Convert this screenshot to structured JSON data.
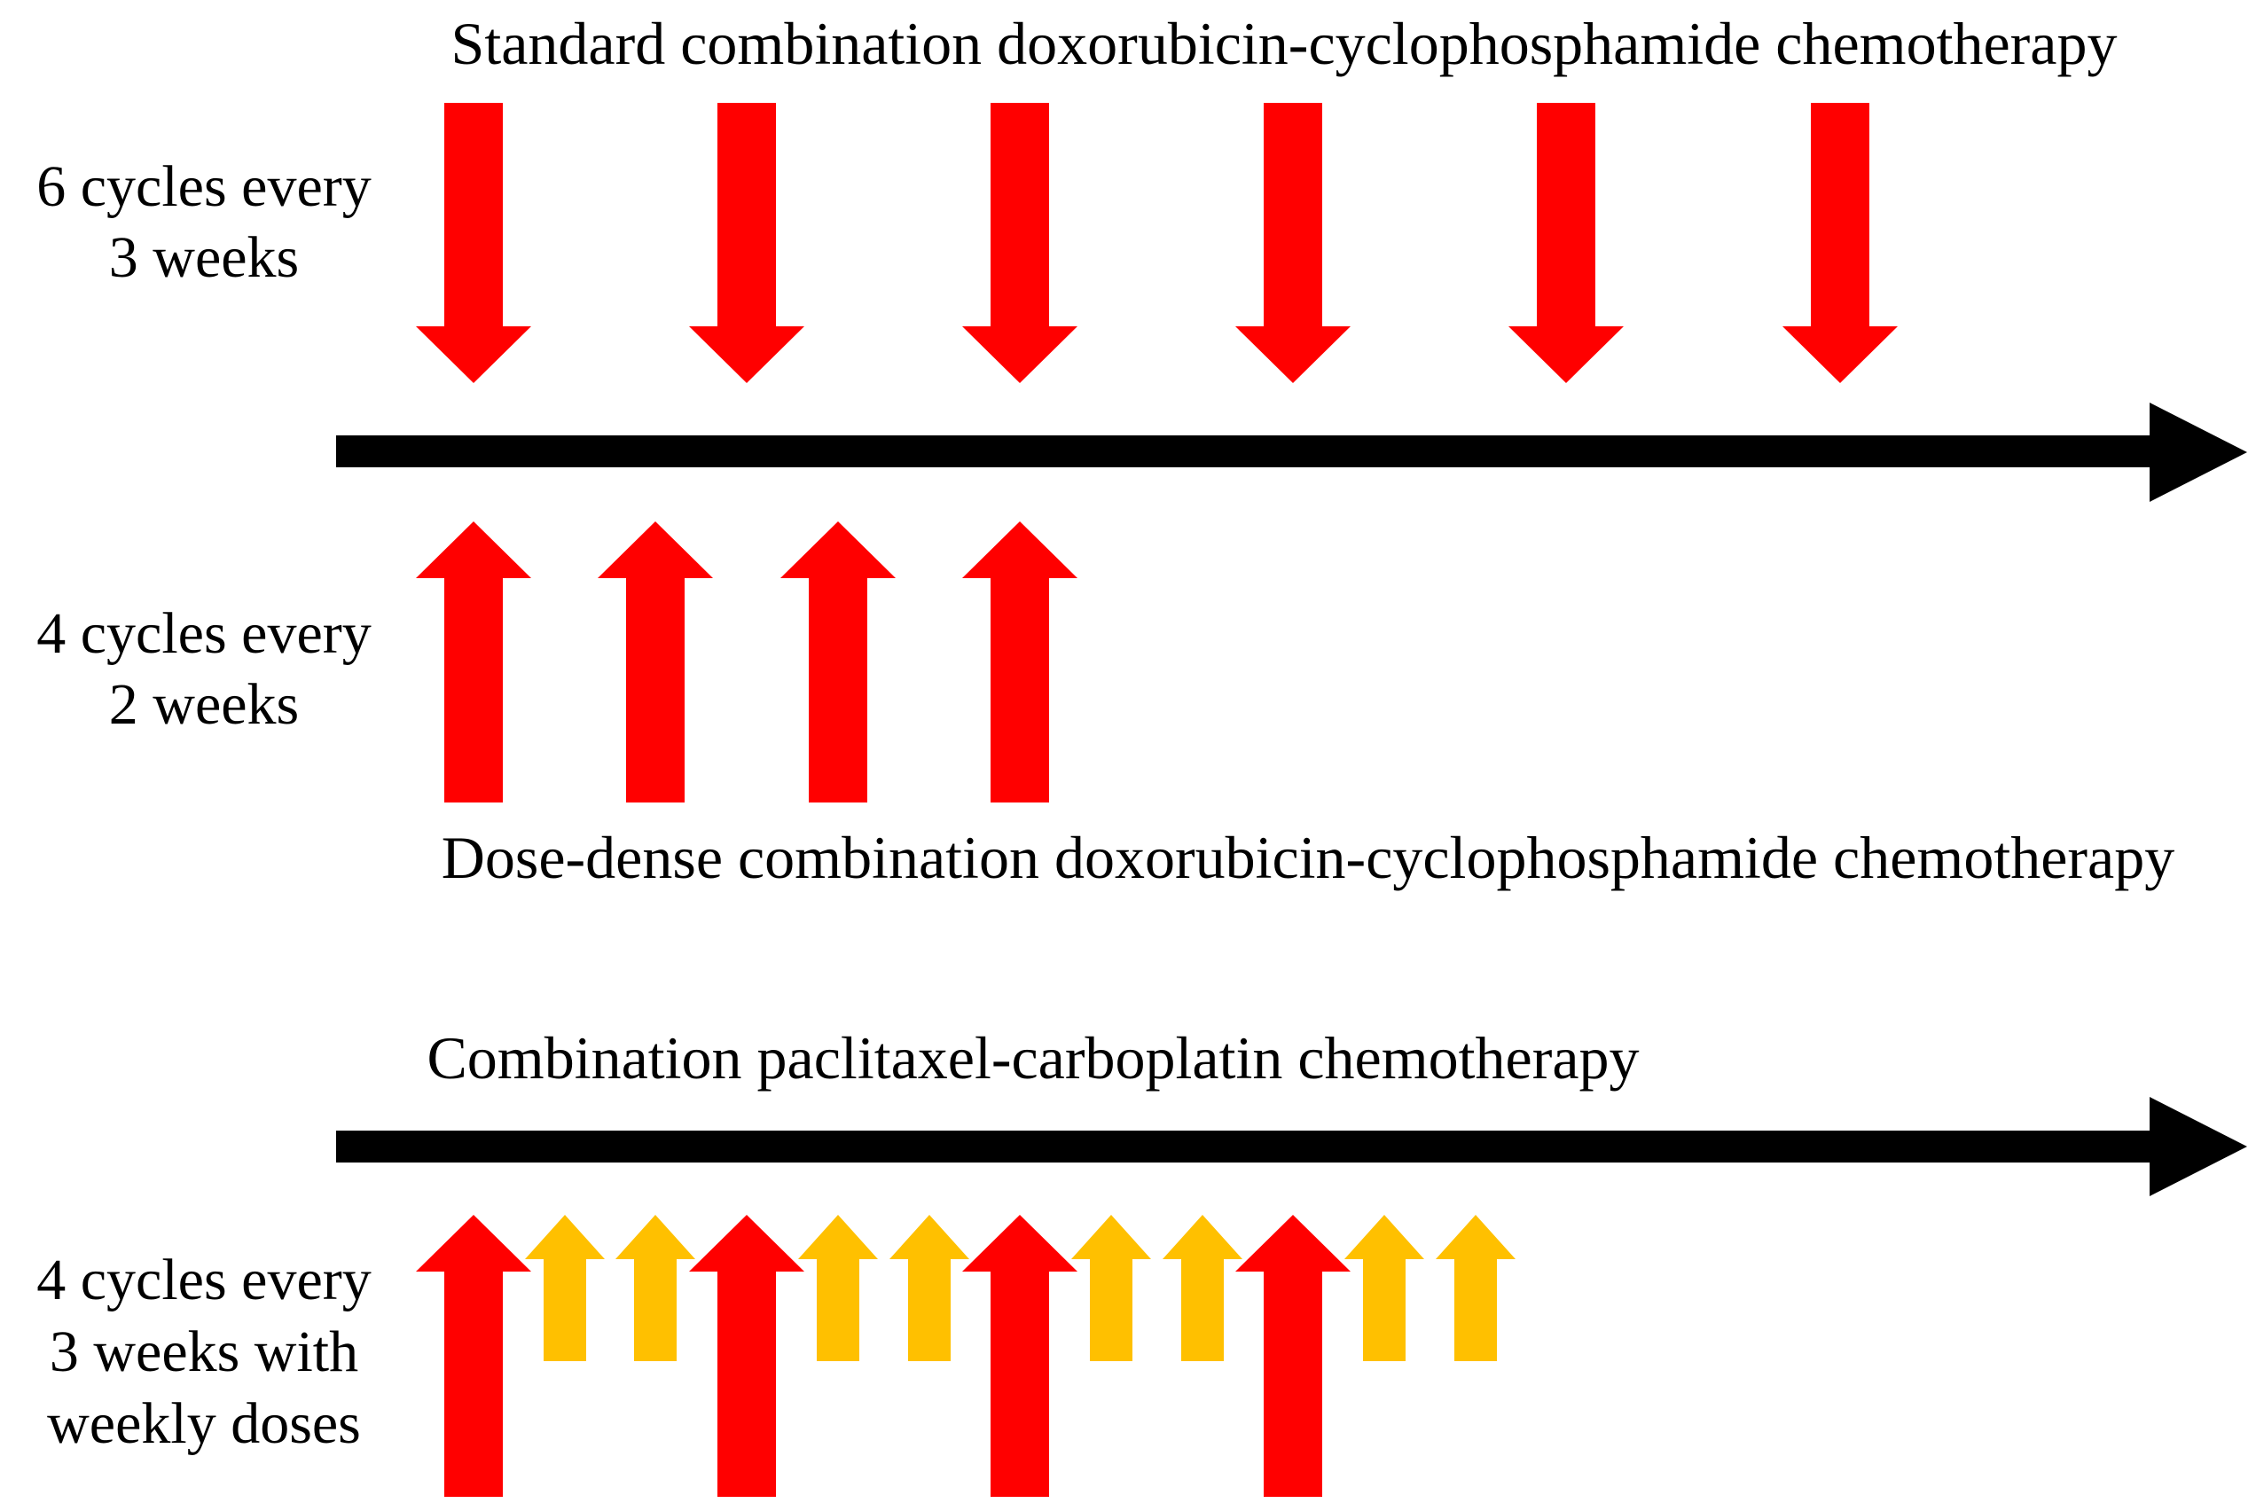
{
  "colors": {
    "full_dose": "#ff0000",
    "weekly_dose": "#ffc000",
    "timeline": "#000000",
    "text": "#000000",
    "background": "#ffffff"
  },
  "rows": [
    {
      "title": "Standard combination doxorubicin-cyclophosphamide chemotherapy",
      "schedule_label_lines": [
        "6 cycles every",
        "3 weeks"
      ],
      "arrow_direction": "down",
      "doses": [
        {
          "week": 0,
          "type": "full"
        },
        {
          "week": 3,
          "type": "full"
        },
        {
          "week": 6,
          "type": "full"
        },
        {
          "week": 9,
          "type": "full"
        },
        {
          "week": 12,
          "type": "full"
        },
        {
          "week": 15,
          "type": "full"
        }
      ]
    },
    {
      "title": "Dose-dense combination doxorubicin-cyclophosphamide chemotherapy",
      "schedule_label_lines": [
        "4 cycles every",
        "2 weeks"
      ],
      "arrow_direction": "up",
      "doses": [
        {
          "week": 0,
          "type": "full"
        },
        {
          "week": 2,
          "type": "full"
        },
        {
          "week": 4,
          "type": "full"
        },
        {
          "week": 6,
          "type": "full"
        }
      ]
    },
    {
      "title": "Combination paclitaxel-carboplatin chemotherapy",
      "schedule_label_lines": [
        "4 cycles every",
        "3 weeks with",
        "weekly doses"
      ],
      "arrow_direction": "up",
      "doses": [
        {
          "week": 0,
          "type": "full"
        },
        {
          "week": 1,
          "type": "weekly"
        },
        {
          "week": 2,
          "type": "weekly"
        },
        {
          "week": 3,
          "type": "full"
        },
        {
          "week": 4,
          "type": "weekly"
        },
        {
          "week": 5,
          "type": "weekly"
        },
        {
          "week": 6,
          "type": "full"
        },
        {
          "week": 7,
          "type": "weekly"
        },
        {
          "week": 8,
          "type": "weekly"
        },
        {
          "week": 9,
          "type": "full"
        },
        {
          "week": 10,
          "type": "weekly"
        },
        {
          "week": 11,
          "type": "weekly"
        }
      ]
    }
  ]
}
